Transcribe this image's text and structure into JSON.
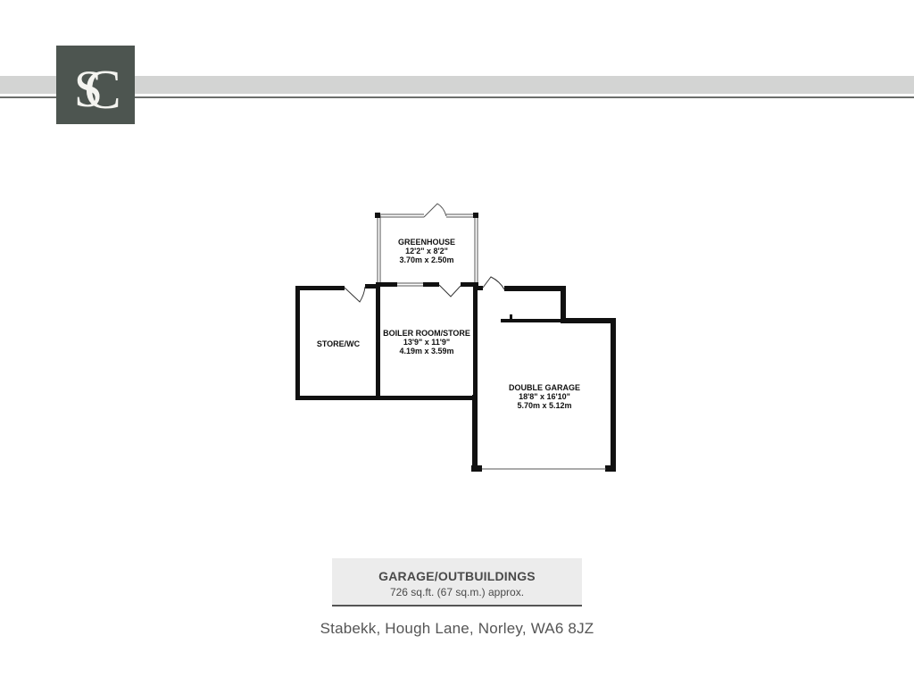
{
  "header": {
    "logo_monogram": "SC",
    "logo_bg_color": "#4d5550",
    "band_color": "#d3d4d3"
  },
  "floorplan": {
    "rooms": [
      {
        "name": "GREENHOUSE",
        "imperial": "12'2\"  x 8'2\"",
        "metric": "3.70m  x 2.50m"
      },
      {
        "name": "STORE/WC",
        "imperial": "",
        "metric": ""
      },
      {
        "name": "BOILER ROOM/STORE",
        "imperial": "13'9\"  x 11'9\"",
        "metric": "4.19m  x 3.59m"
      },
      {
        "name": "DOUBLE GARAGE",
        "imperial": "18'8\"  x 16'10\"",
        "metric": "5.70m  x 5.12m"
      }
    ]
  },
  "summary": {
    "title": "GARAGE/OUTBUILDINGS",
    "area": "726 sq.ft. (67 sq.m.) approx."
  },
  "address": "Stabekk, Hough Lane, Norley, WA6 8JZ"
}
